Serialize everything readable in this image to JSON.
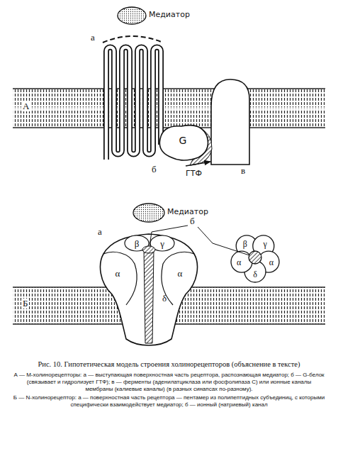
{
  "diagram": {
    "caption": "Рис. 10. Гипотетическая модель строения холинорецепторов (объяснение в тексте)",
    "nodes": [
      {
        "text": [
          "G"
        ]
      },
      {
        "text": [
          "β"
        ]
      },
      {
        "text": [
          "γ"
        ]
      },
      {
        "text": [
          "α"
        ]
      },
      {
        "text": [
          "α"
        ]
      },
      {
        "text": [
          "δ"
        ]
      },
      {
        "text": [
          "β"
        ]
      },
      {
        "text": [
          "γ"
        ]
      },
      {
        "text": [
          "α"
        ]
      },
      {
        "text": [
          "α"
        ]
      },
      {
        "text": [
          "δ"
        ]
      }
    ],
    "labels": [
      "Медиатор",
      "а",
      "А",
      "б",
      "ГТФ",
      "в",
      "Медиатор",
      "а",
      "б",
      "Б",
      "А — М-холинорецепторы: а — выступающая поверхностная часть рецептора, распознающая медиатор; б — G-белок (связывает и гидролизует ГТФ); в — ферменты (аденилатциклаза или фосфолипаза С) или ионные каналы мембраны (калиевые каналы) (в разных синапсах по-разному).",
      "Б — N-холинорецептор: а — поверхностная часть рецептора — пентамер из полипептидных субъединиц, с которыми специфически взаимодействует медиатор; б — ионный (натриевый) канал"
    ]
  }
}
